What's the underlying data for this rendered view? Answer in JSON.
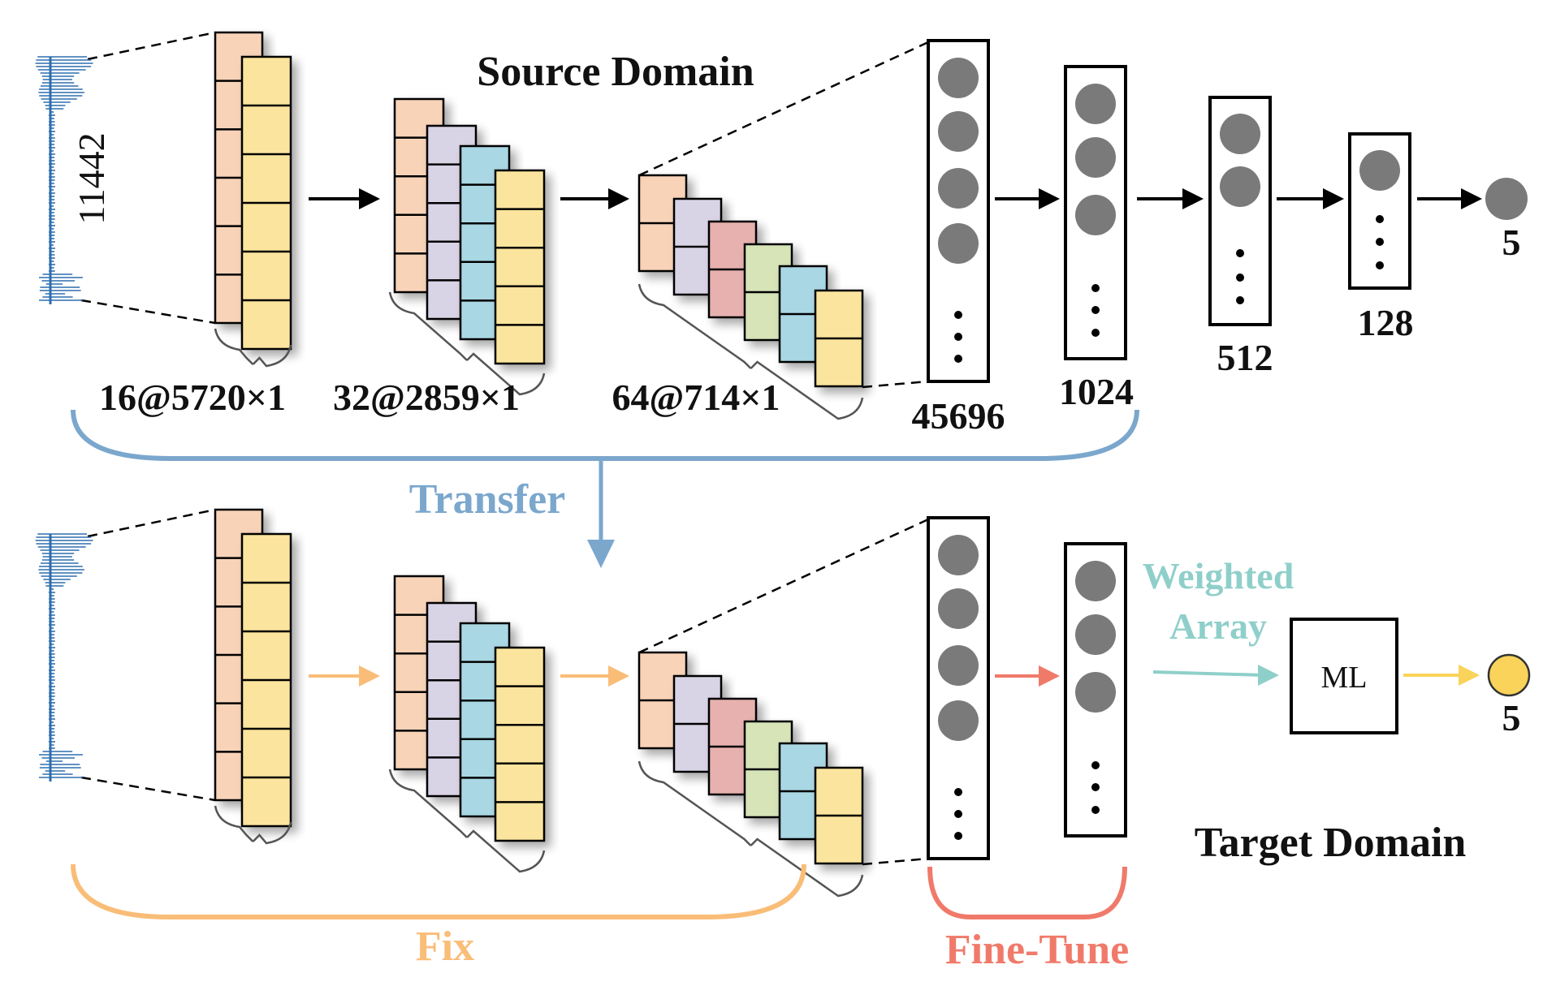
{
  "source_title": "Source Domain",
  "target_title": "Target Domain",
  "input_length": "11442",
  "layers": {
    "conv1": "16@5720×1",
    "conv2": "32@2859×1",
    "conv3": "64@714×1",
    "flatten": "45696",
    "fc1": "1024",
    "fc2": "512",
    "fc3": "128",
    "output": "5"
  },
  "target_output": "5",
  "ml_box": "ML",
  "annotations": {
    "transfer": "Transfer",
    "fix": "Fix",
    "fine_tune": "Fine-Tune",
    "weighted_line1": "Weighted",
    "weighted_line2": "Array"
  },
  "colors": {
    "transfer": "#7ba7cd",
    "fix": "#f9bd78",
    "fine_tune": "#f07a6a",
    "weighted": "#8fcfca",
    "output_node": "#f9d35a",
    "node": "#7a7a7a",
    "signal": "#2e6fae",
    "fm_orange": "#f8d3b8",
    "fm_purple": "#d9d3e6",
    "fm_blue": "#a9d7e3",
    "fm_yellow": "#fbe49d",
    "fm_red": "#e6b1ae",
    "fm_green": "#d6e4b8"
  }
}
